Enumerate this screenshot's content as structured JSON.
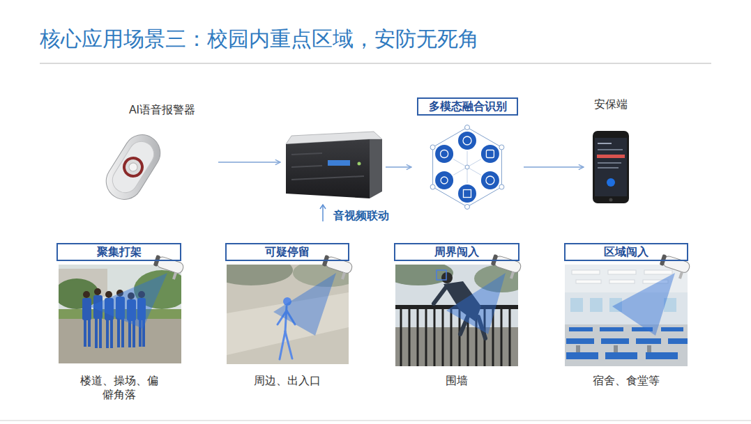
{
  "diagram": {
    "title": "核心应用场景三：校园内重点区域，安防无死角",
    "nodes": [
      {
        "text": [
          "AI语音报警器"
        ]
      },
      {
        "text": [
          "音视频联动"
        ]
      },
      {
        "text": [
          "多模态融合识别"
        ]
      },
      {
        "text": [
          "安保端"
        ]
      },
      {
        "text": [
          "聚集打架",
          "楼道、操场、偏僻角落"
        ]
      },
      {
        "text": [
          "可疑停留",
          "周边、出入口"
        ]
      },
      {
        "text": [
          "周界闯入",
          "围墙"
        ]
      },
      {
        "text": [
          "区域闯入",
          "宿舍、食堂等"
        ]
      }
    ],
    "edges": [
      {
        "from": 0,
        "to": 1,
        "arrow": "to"
      },
      {
        "from": 1,
        "to": 2,
        "arrow": "to"
      },
      {
        "from": 2,
        "to": 3,
        "arrow": "to"
      }
    ]
  }
}
